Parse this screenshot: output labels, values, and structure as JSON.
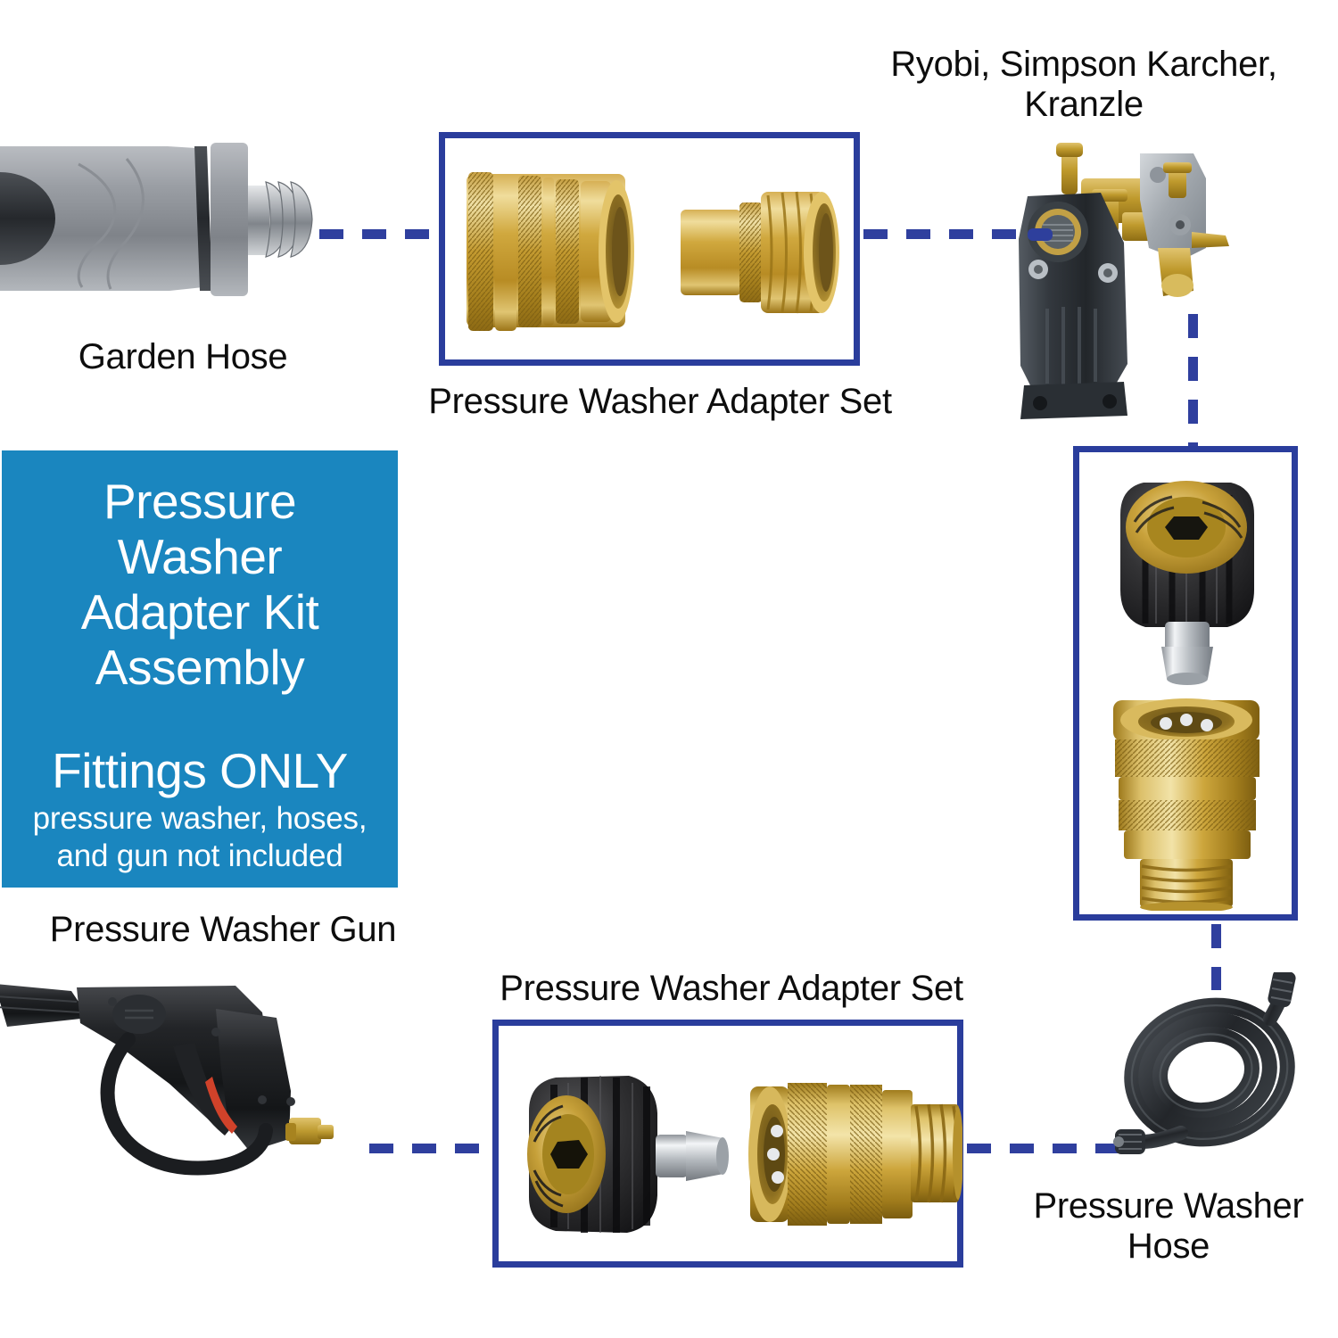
{
  "diagram": {
    "title": "Pressure Washer Adapter Kit Assembly Diagram",
    "accent_blue_border": "#2a3d9c",
    "accent_panel_blue": "#1a86bf",
    "dash_color": "#2f3f9e",
    "background": "#ffffff"
  },
  "labels": {
    "brands": "Ryobi, Simpson Karcher,\nKranzle",
    "garden_hose": "Garden Hose",
    "adapter_set_top": "Pressure Washer Adapter Set",
    "adapter_set_bottom": "Pressure Washer Adapter Set",
    "gun": "Pressure Washer Gun",
    "hose": "Pressure Washer\nHose"
  },
  "info_panel": {
    "heading": "Pressure Washer\nAdapter Kit\nAssembly",
    "emphasis": "Fittings ONLY",
    "note": "pressure washer, hoses,\nand gun not included"
  },
  "components": [
    {
      "id": "garden-hose-nozzle",
      "name": "Garden Hose",
      "kind": "hose-end",
      "colors": [
        "#8d9095",
        "#c9ccd0",
        "#3a3d42"
      ]
    },
    {
      "id": "brass-quick-connect-female",
      "name": "Brass quick connect coupler (female)",
      "kind": "brass-fitting",
      "colors": [
        "#c9a33c",
        "#e8cf7e",
        "#8d6f1e"
      ]
    },
    {
      "id": "brass-quick-connect-male",
      "name": "Brass quick connect plug (male)",
      "kind": "brass-fitting",
      "colors": [
        "#c9a33c",
        "#e8cf7e",
        "#8d6f1e"
      ]
    },
    {
      "id": "pressure-washer-pump",
      "name": "Pressure washer pump",
      "kind": "pump",
      "colors": [
        "#3c4248",
        "#b8952f",
        "#a9aeb4"
      ]
    },
    {
      "id": "m22-swivel-nut-top",
      "name": "M22 black swivel nut adapter",
      "kind": "black-nut",
      "colors": [
        "#2b2b2d",
        "#b58f2c",
        "#cfd2d6"
      ]
    },
    {
      "id": "brass-socket-male-thread",
      "name": "Brass quick connect socket with male thread",
      "kind": "brass-fitting",
      "colors": [
        "#c9a33c",
        "#e8cf7e",
        "#8d6f1e"
      ]
    },
    {
      "id": "m22-swivel-nut-bottom",
      "name": "M22 black swivel nut adapter",
      "kind": "black-nut",
      "colors": [
        "#2b2b2d",
        "#b58f2c",
        "#cfd2d6"
      ]
    },
    {
      "id": "brass-socket-bottom",
      "name": "Brass quick connect socket with male thread",
      "kind": "brass-fitting",
      "colors": [
        "#c9a33c",
        "#e8cf7e",
        "#8d6f1e"
      ]
    },
    {
      "id": "pressure-washer-gun",
      "name": "Pressure Washer Gun",
      "kind": "spray-gun",
      "colors": [
        "#1d1d1f",
        "#d0422a",
        "#c9a33c"
      ]
    },
    {
      "id": "pressure-washer-hose",
      "name": "Pressure Washer Hose",
      "kind": "coiled-hose",
      "colors": [
        "#232629",
        "#4a4f54"
      ]
    }
  ],
  "connections": [
    {
      "from": "garden-hose-nozzle",
      "to": "adapter-set-top-box",
      "style": "dashed"
    },
    {
      "from": "adapter-set-top-box",
      "to": "pressure-washer-pump",
      "style": "dashed"
    },
    {
      "from": "pressure-washer-pump",
      "to": "right-adapter-box",
      "style": "dashed"
    },
    {
      "from": "right-adapter-box",
      "to": "pressure-washer-hose",
      "style": "dashed"
    },
    {
      "from": "pressure-washer-hose",
      "to": "adapter-set-bottom-box",
      "style": "dashed"
    },
    {
      "from": "adapter-set-bottom-box",
      "to": "pressure-washer-gun",
      "style": "dashed"
    }
  ]
}
